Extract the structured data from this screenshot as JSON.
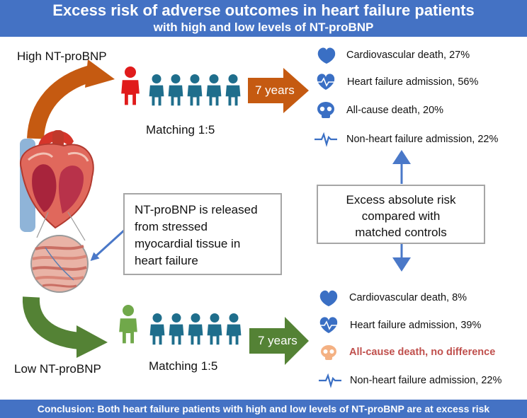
{
  "header": {
    "title": "Excess risk of adverse outcomes in heart failure patients",
    "subtitle": "with high and low levels of NT-proBNP"
  },
  "high": {
    "label": "High NT-proBNP",
    "matching": "Matching 1:5",
    "years": "7 years",
    "outcomes": [
      {
        "icon": "heart-icon",
        "text": "Cardiovascular death, 27%"
      },
      {
        "icon": "heart-pulse-icon",
        "text": "Heart failure admission, 56%"
      },
      {
        "icon": "skull-icon",
        "text": "All-cause death, 20%"
      },
      {
        "icon": "pulse-line-icon",
        "text": "Non-heart failure admission, 22%"
      }
    ]
  },
  "low": {
    "label": "Low NT-proBNP",
    "matching": "Matching 1:5",
    "years": "7 years",
    "outcomes": [
      {
        "icon": "heart-icon",
        "text": "Cardiovascular death, 8%"
      },
      {
        "icon": "heart-pulse-icon",
        "text": "Heart failure admission, 39%"
      },
      {
        "icon": "skull-icon",
        "text": "All-cause death, no difference"
      },
      {
        "icon": "pulse-line-icon",
        "text": "Non-heart failure admission, 22%"
      }
    ]
  },
  "release_box": {
    "lines": [
      "NT-proBNP is released",
      "from stressed",
      "myocardial tissue in",
      "heart failure"
    ]
  },
  "risk_box": {
    "lines": [
      "Excess absolute risk",
      "compared with",
      "matched controls"
    ]
  },
  "footer": {
    "conclusion": "Conclusion: Both heart failure patients with high and low levels of NT-proBNP are at excess risk"
  },
  "colors": {
    "banner": "#4472c4",
    "person_high": "#e01b1b",
    "person_low": "#70a84a",
    "control": "#1f6e8c",
    "orange": "#c55a11",
    "green": "#548235",
    "blue_icon": "#3a6fc4",
    "skull_low": "#f4b183",
    "no_difference_text": "#c0504d"
  }
}
